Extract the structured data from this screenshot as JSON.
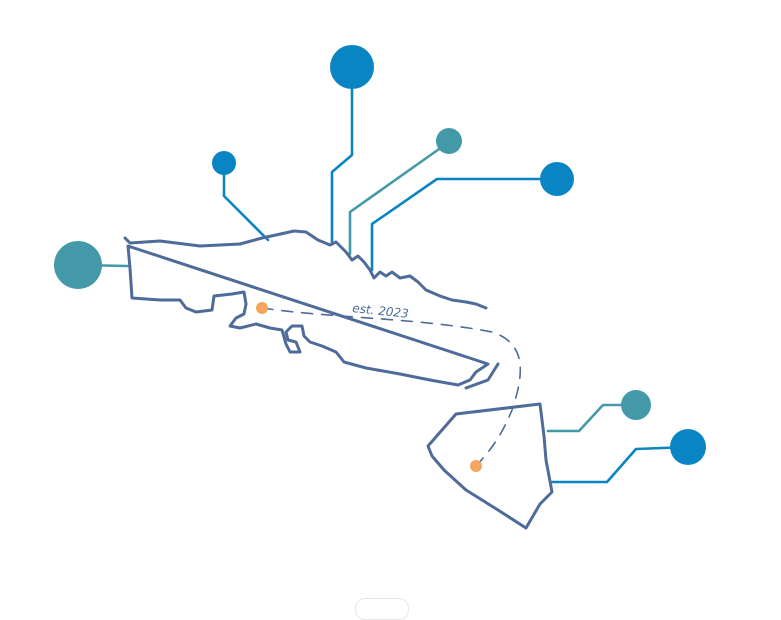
{
  "diagram": {
    "label": "est. 2023",
    "colors": {
      "outline": "#4f6b99",
      "route": "#4f6b99",
      "marker": "#f5a55c",
      "blue": "#0a85c4",
      "teal": "#4499a8"
    },
    "nodes": [
      {
        "name": "node-top-blue-large",
        "color": "blue"
      },
      {
        "name": "node-upper-left-blue-small",
        "color": "blue"
      },
      {
        "name": "node-upper-teal-small",
        "color": "teal"
      },
      {
        "name": "node-upper-right-blue",
        "color": "blue"
      },
      {
        "name": "node-left-teal-large",
        "color": "teal"
      },
      {
        "name": "node-lower-right-teal",
        "color": "teal"
      },
      {
        "name": "node-lower-right-blue",
        "color": "blue"
      }
    ],
    "markers": [
      {
        "name": "origin-marker"
      },
      {
        "name": "destination-marker"
      }
    ]
  }
}
